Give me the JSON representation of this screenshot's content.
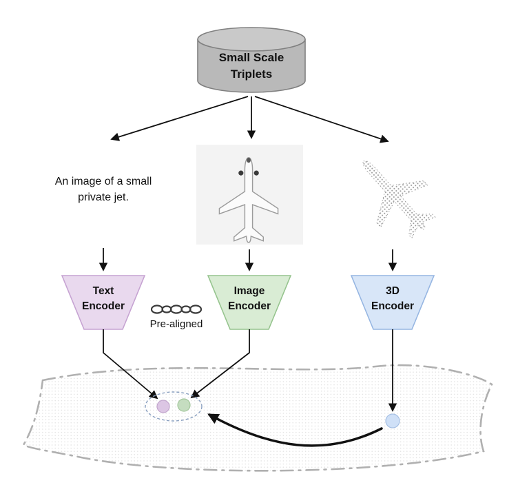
{
  "database": {
    "label": "Small Scale\nTriplets"
  },
  "text_sample": "An image of a small\nprivate jet.",
  "prealigned": {
    "label": "Pre-aligned"
  },
  "encoders": {
    "text": {
      "label": "Text\nEncoder",
      "fill": "#e9d9ee"
    },
    "image": {
      "label": "Image\nEncoder",
      "fill": "#d9ecd4"
    },
    "three_d": {
      "label": "3D\nEncoder",
      "fill": "#d8e6f8"
    }
  },
  "embedding_points": {
    "text": {
      "fill": "#dcc6e4"
    },
    "image": {
      "fill": "#c5ddc0"
    },
    "three_d": {
      "fill": "#cfe0f7"
    }
  },
  "cylinder": {
    "fill": "#b9b9b9",
    "top_fill": "#c9c9c9"
  },
  "icons": {
    "chain": "chain-icon"
  }
}
